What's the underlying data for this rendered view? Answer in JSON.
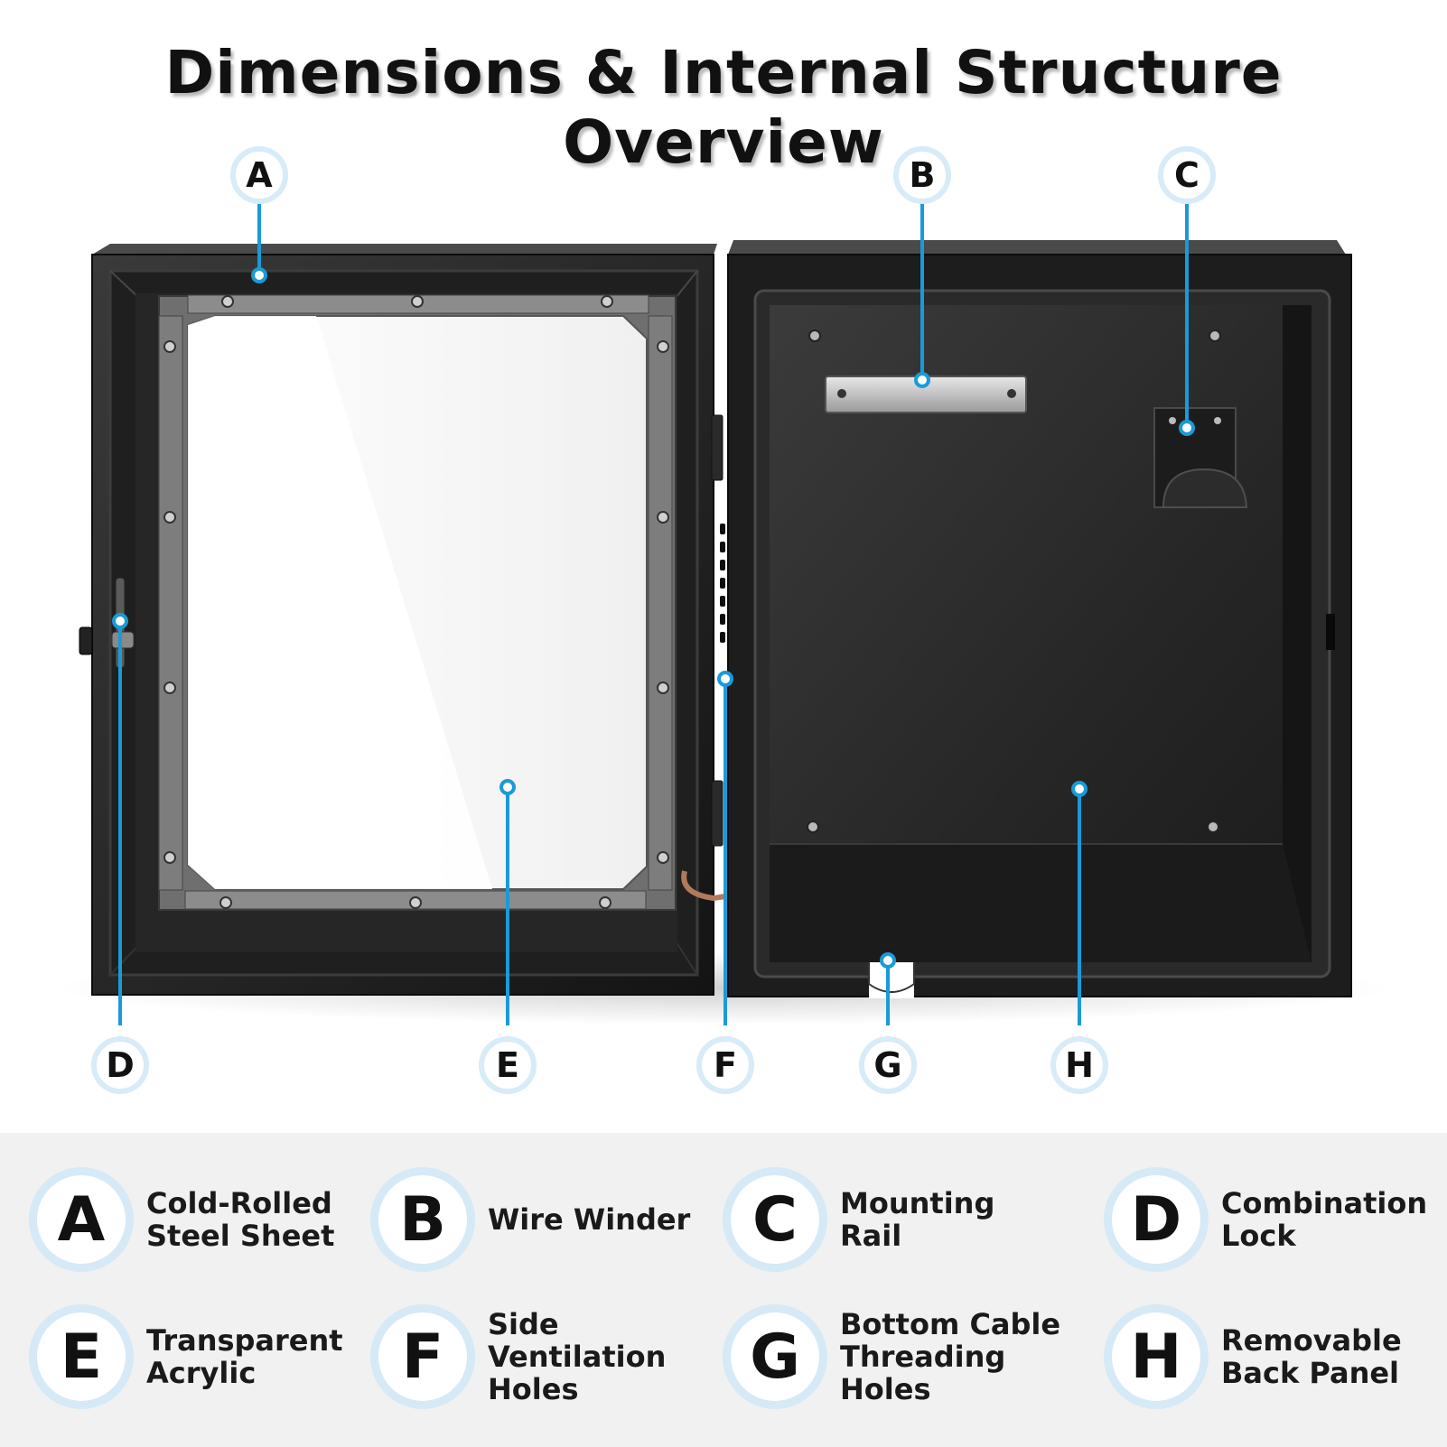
{
  "title": "Dimensions & Internal Structure Overview",
  "callouts": [
    {
      "letter": "A",
      "name": "Cold-Rolled\nSteel Sheet"
    },
    {
      "letter": "B",
      "name": "Wire Winder"
    },
    {
      "letter": "C",
      "name": "Mounting Rail"
    },
    {
      "letter": "D",
      "name": "Combination\nLock"
    },
    {
      "letter": "E",
      "name": "Transparent\nAcrylic"
    },
    {
      "letter": "F",
      "name": "Side\nVentilation\nHoles"
    },
    {
      "letter": "G",
      "name": "Bottom Cable\nThreading\nHoles"
    },
    {
      "letter": "H",
      "name": "Removable\nBack Panel"
    }
  ],
  "colors": {
    "leader": "#1a9ad9",
    "badge_ring": "#d5e9f6",
    "cabinet": "#1d1d1d",
    "legend_bg": "#f1f1f1"
  }
}
